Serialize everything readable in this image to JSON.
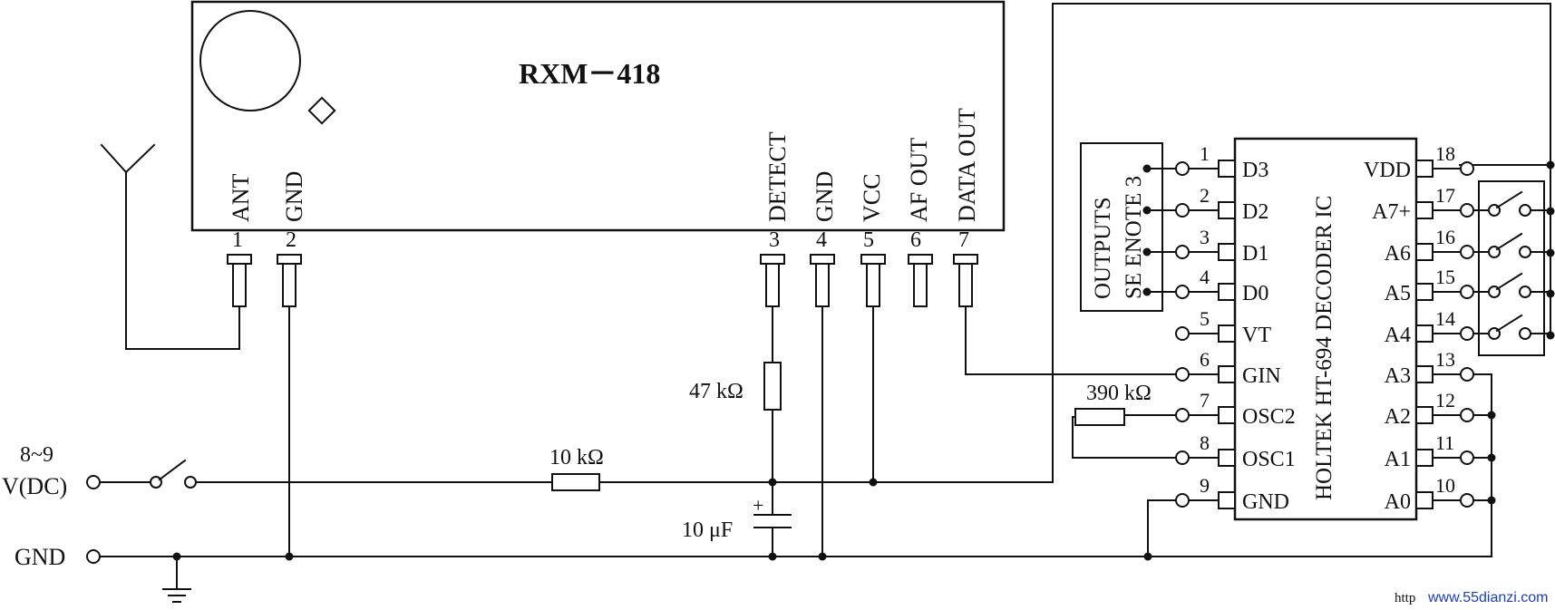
{
  "module": {
    "title": "RXM－418",
    "pins": [
      {
        "num": "1",
        "label": "ANT"
      },
      {
        "num": "2",
        "label": "GND"
      },
      {
        "num": "3",
        "label": "DETECT"
      },
      {
        "num": "4",
        "label": "GND"
      },
      {
        "num": "5",
        "label": "VCC"
      },
      {
        "num": "6",
        "label": "AF OUT"
      },
      {
        "num": "7",
        "label": "DATA OUT"
      }
    ]
  },
  "decoder": {
    "name": "HOLTEK HT-694 DECODER IC",
    "left_pins": [
      {
        "num": "1",
        "label": "D3"
      },
      {
        "num": "2",
        "label": "D2"
      },
      {
        "num": "3",
        "label": "D1"
      },
      {
        "num": "4",
        "label": "D0"
      },
      {
        "num": "5",
        "label": "VT"
      },
      {
        "num": "6",
        "label": "GIN"
      },
      {
        "num": "7",
        "label": "OSC2"
      },
      {
        "num": "8",
        "label": "OSC1"
      },
      {
        "num": "9",
        "label": "GND"
      }
    ],
    "right_pins": [
      {
        "num": "18",
        "label": "VDD"
      },
      {
        "num": "17",
        "label": "A7+"
      },
      {
        "num": "16",
        "label": "A6"
      },
      {
        "num": "15",
        "label": "A5"
      },
      {
        "num": "14",
        "label": "A4"
      },
      {
        "num": "13",
        "label": "A3"
      },
      {
        "num": "12",
        "label": "A2"
      },
      {
        "num": "11",
        "label": "A1"
      },
      {
        "num": "10",
        "label": "A0"
      }
    ]
  },
  "outputs_box": {
    "line1": "OUTPUTS",
    "line2": "SE ENOTE 3"
  },
  "components": {
    "r_detect": "47 kΩ",
    "r_supply": "10 kΩ",
    "r_osc": "390 kΩ",
    "cap": "10 μF",
    "cap_polarity": "+"
  },
  "power": {
    "voltage_line1": "8~9",
    "voltage_line2": "V(DC)",
    "ground": "GND"
  },
  "watermark": "www.55dianzi.com",
  "watermark_prefix": "http"
}
